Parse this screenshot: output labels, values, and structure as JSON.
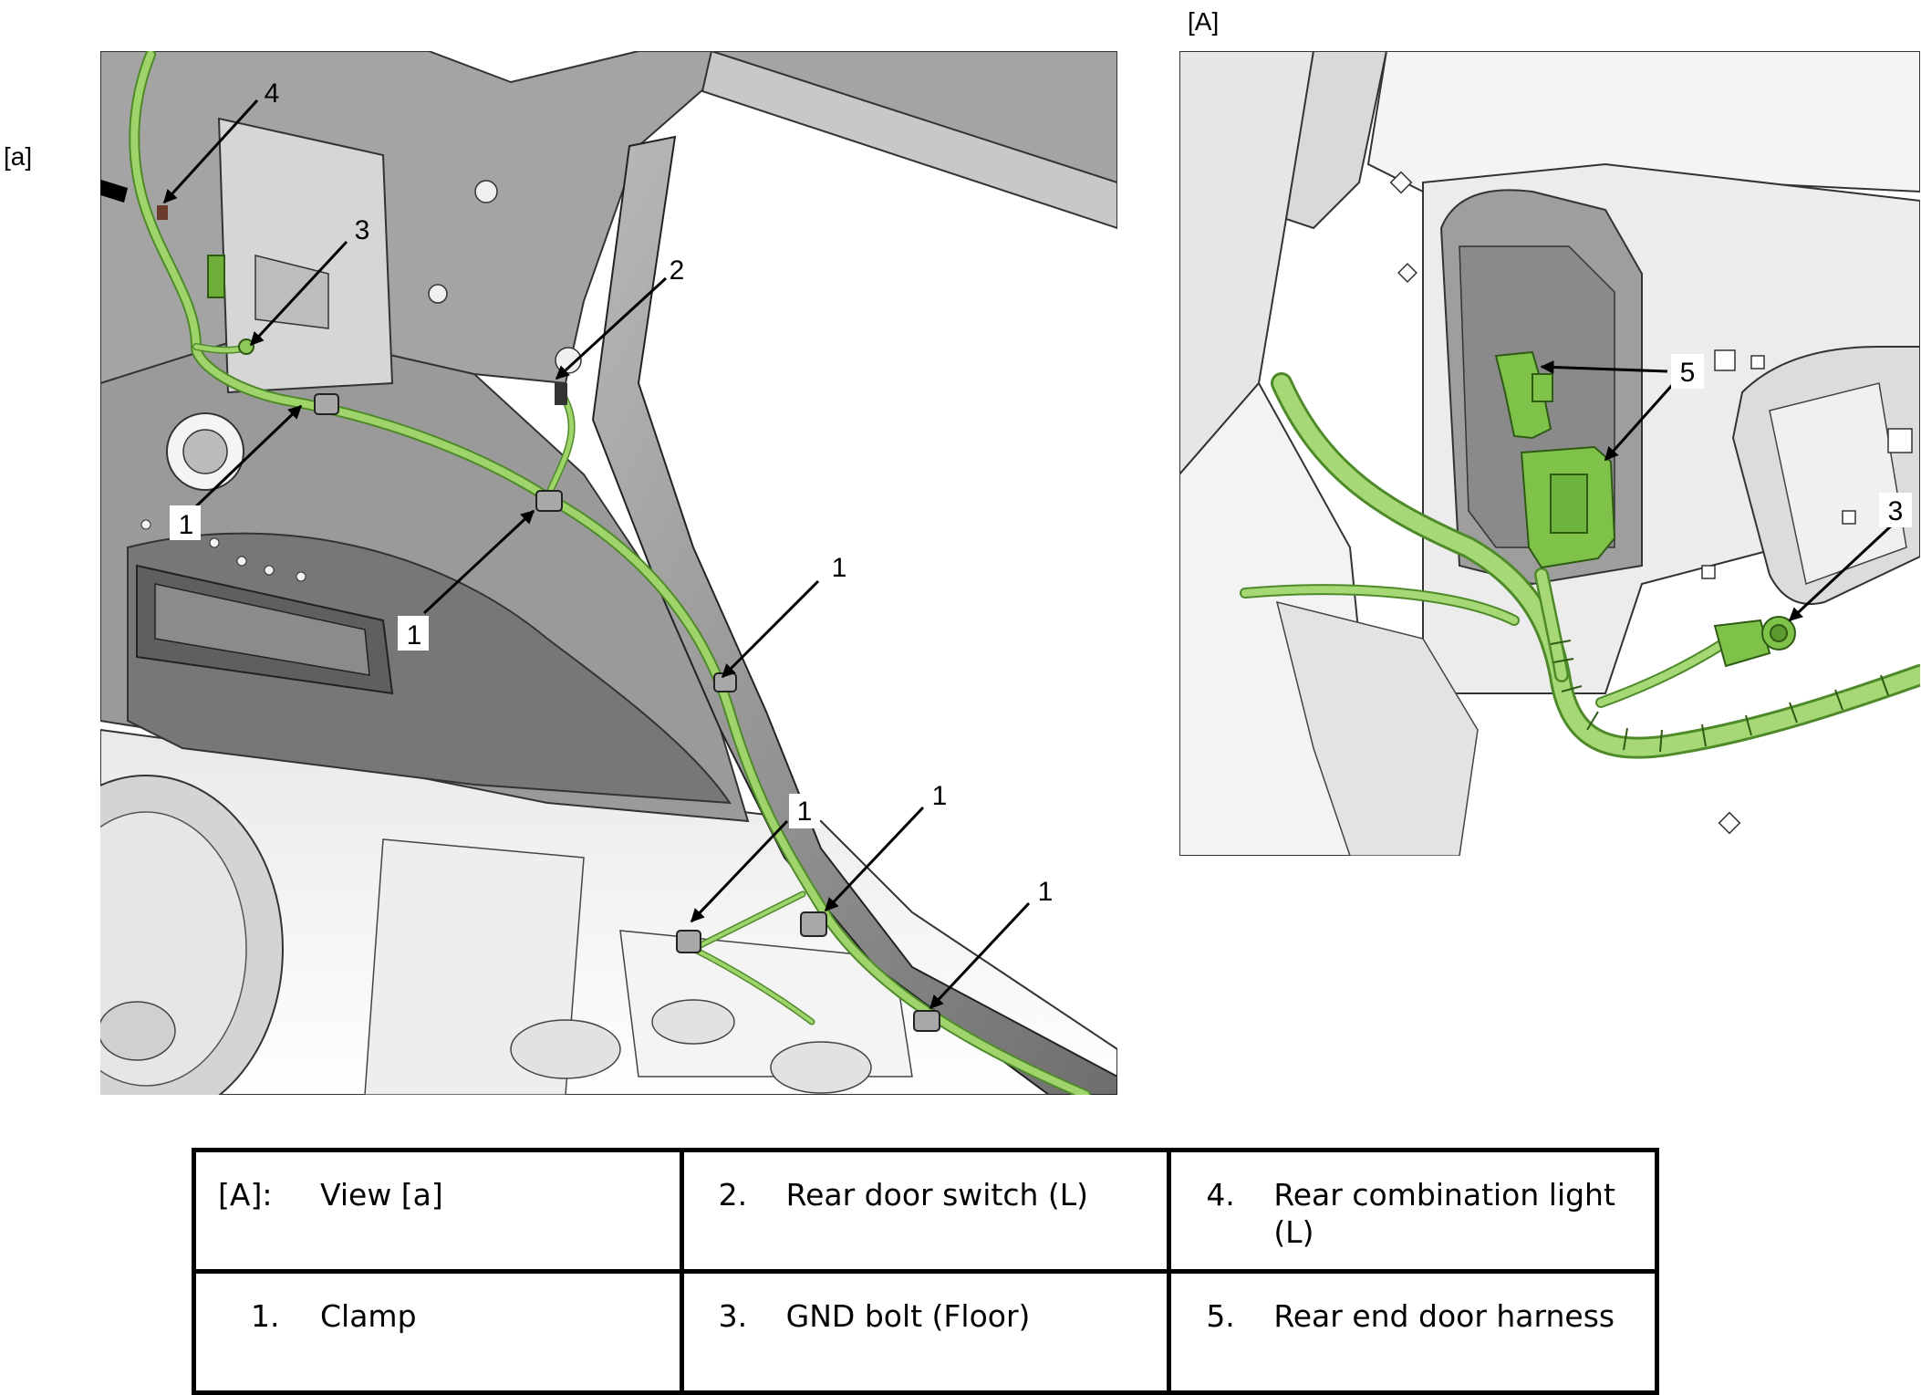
{
  "view_tags": {
    "left": "[a]",
    "right": "[A]"
  },
  "callouts": {
    "clamp": "1",
    "rear_door_switch": "2",
    "gnd_bolt": "3",
    "rear_combination_light": "4",
    "rear_end_door_harness": "5"
  },
  "legend": {
    "rows": [
      [
        {
          "key": "[A]:",
          "value": "View [a]"
        },
        {
          "key": "2.",
          "value": "Rear door switch (L)"
        },
        {
          "key": "4.",
          "value": "Rear combination light (L)"
        }
      ],
      [
        {
          "key": "1.",
          "value": "Clamp"
        },
        {
          "key": "3.",
          "value": "GND bolt (Floor)"
        },
        {
          "key": "5.",
          "value": "Rear end door harness"
        }
      ]
    ]
  },
  "colors": {
    "harness": "#9ed46a",
    "harness_dark": "#4e8a2a",
    "body_panel": "#d8d8d8",
    "panel_dark": "#8f8f8f",
    "panel_light": "#f2f2f2"
  }
}
